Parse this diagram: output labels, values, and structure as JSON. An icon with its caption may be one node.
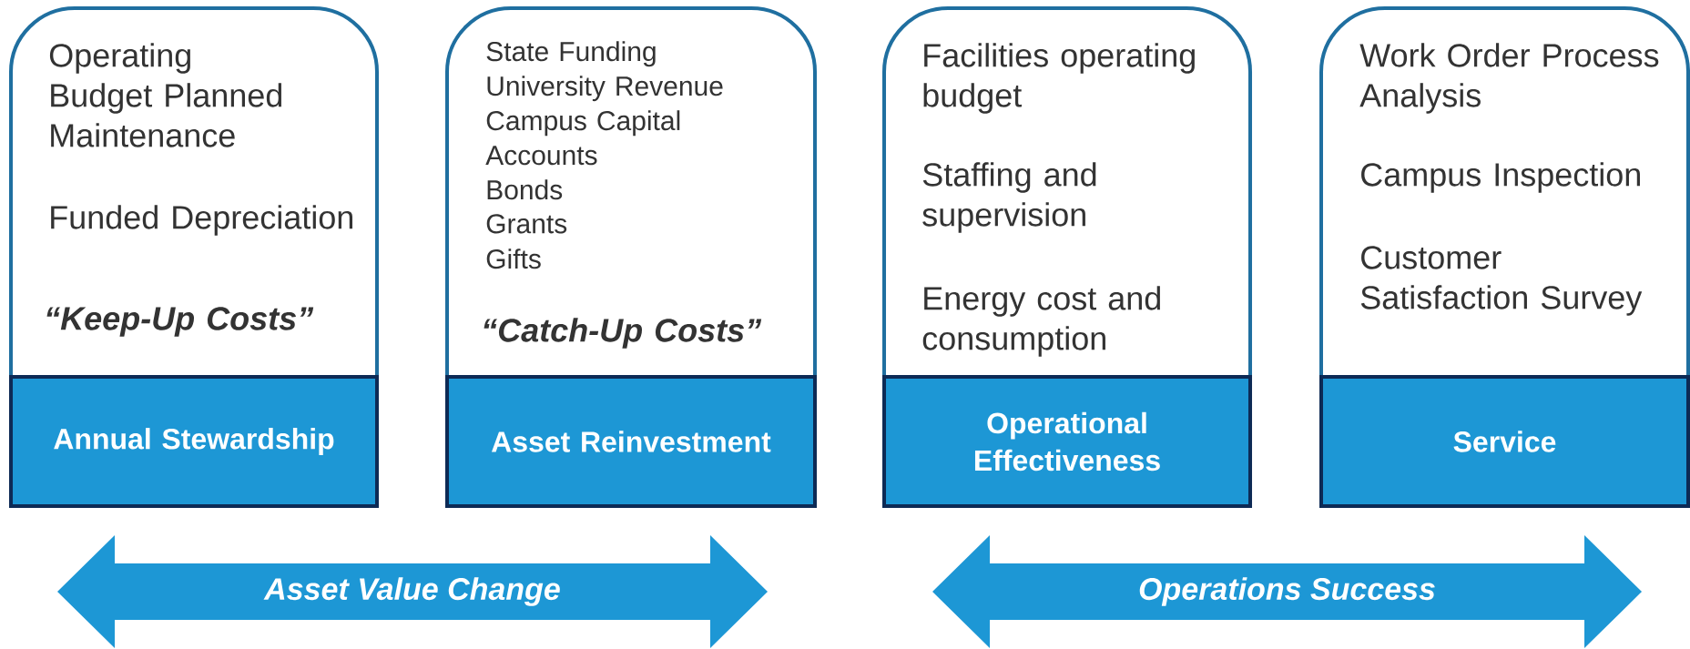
{
  "diagram": {
    "nodes": [
      {
        "text": [
          "Operating Budget Planned Maintenance",
          "Funded Depreciation",
          "“Keep-Up Costs”"
        ]
      },
      {
        "text": [
          "Annual Stewardship"
        ]
      },
      {
        "text": [
          "State Funding",
          "University Revenue",
          "Campus Capital Accounts",
          "Bonds",
          "Grants",
          "Gifts",
          "“Catch-Up Costs”"
        ]
      },
      {
        "text": [
          "Asset Reinvestment"
        ]
      },
      {
        "text": [
          "Facilities operating budget",
          "Staffing and supervision",
          "Energy cost and consumption"
        ]
      },
      {
        "text": [
          "Operational Effectiveness"
        ]
      },
      {
        "text": [
          "Work Order Process Analysis",
          "Campus Inspection",
          "Customer Satisfaction Survey"
        ]
      },
      {
        "text": [
          "Service"
        ]
      },
      {
        "text": [
          "Asset Value Change"
        ]
      },
      {
        "text": [
          "Operations Success"
        ]
      }
    ],
    "edges": []
  }
}
